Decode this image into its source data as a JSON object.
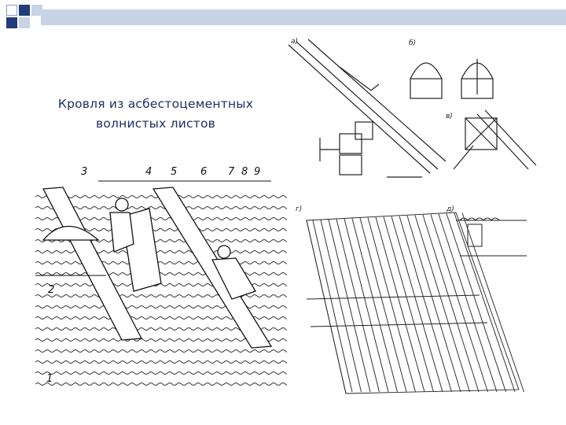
{
  "slide": {
    "title_line1": "Кровля из асбестоцементных",
    "title_line2": "волнистых листов"
  },
  "drawings": {
    "main_labels": [
      "1",
      "2",
      "3",
      "4",
      "5",
      "6",
      "7",
      "8",
      "9"
    ],
    "panel_labels": [
      "а)",
      "б)",
      "в)",
      "г)",
      "д)"
    ]
  },
  "colors": {
    "title": "#1f2f66",
    "accent_dark": "#1f3d7a",
    "accent_light": "#c9d3e6"
  }
}
